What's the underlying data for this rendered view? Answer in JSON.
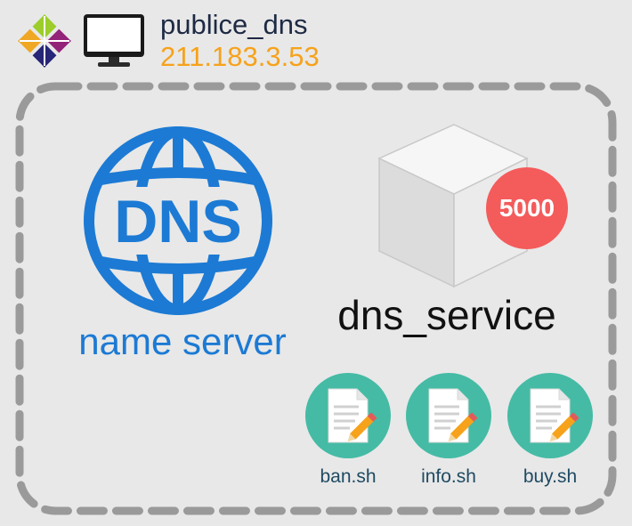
{
  "host": {
    "name": "publice_dns",
    "ip": "211.183.3.53"
  },
  "dns": {
    "badge_text": "DNS",
    "caption": "name server"
  },
  "service": {
    "name": "dns_service",
    "port": "5000"
  },
  "scripts": [
    {
      "label": "ban.sh"
    },
    {
      "label": "info.sh"
    },
    {
      "label": "buy.sh"
    }
  ],
  "colors": {
    "background": "#e8e8e8",
    "dashed_border": "#9a9a9a",
    "dns_blue": "#1c7ad4",
    "ip_orange": "#f6a21b",
    "port_red": "#f45b5b",
    "script_teal": "#45bba5"
  },
  "icons": {
    "os_logo": "centos-logo-icon",
    "host": "monitor-icon",
    "dns": "globe-dns-icon",
    "service": "cube-icon",
    "script": "script-file-pencil-icon"
  }
}
